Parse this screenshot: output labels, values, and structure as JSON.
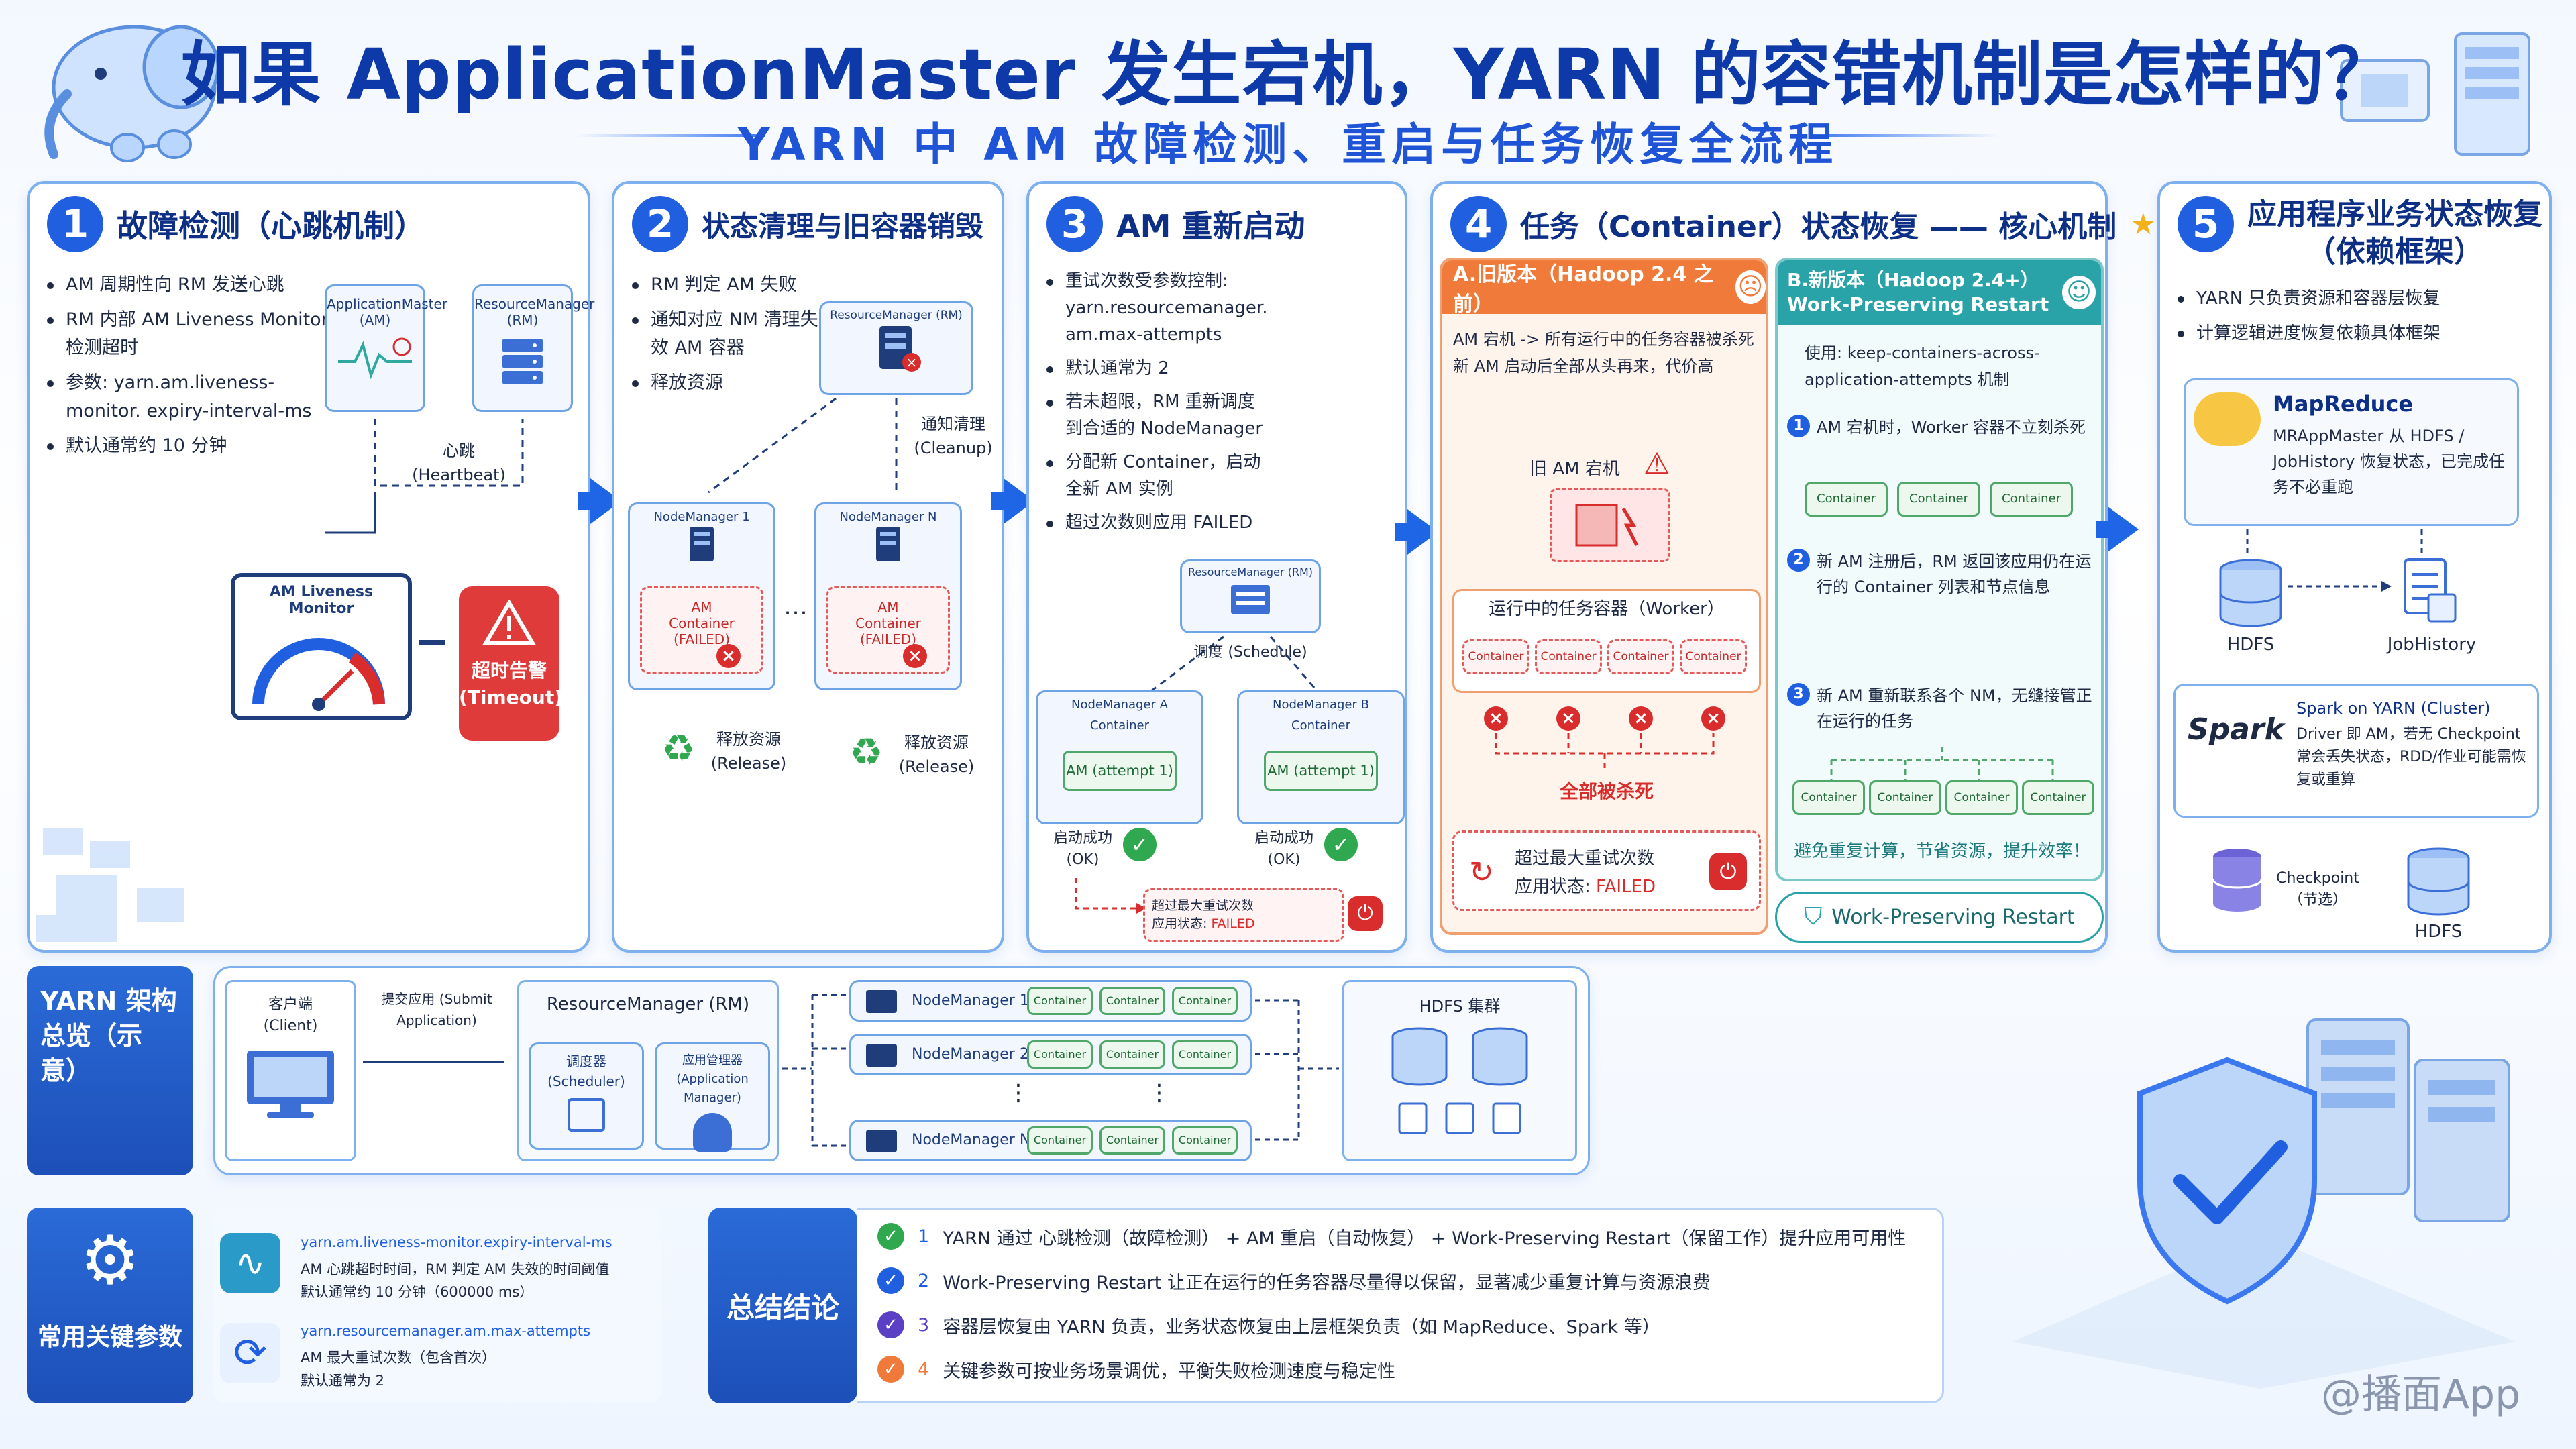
{
  "header": {
    "title": "如果 ApplicationMaster 发生宕机，YARN 的容错机制是怎样的？",
    "subtitle": "YARN 中 AM 故障检测、重启与任务恢复全流程"
  },
  "step1": {
    "num": "1",
    "title": "故障检测（心跳机制）",
    "bullets": [
      "AM 周期性向 RM 发送心跳",
      "RM 内部 AM Liveness Monitor 检测超时",
      "参数: yarn.am.liveness-monitor. expiry-interval-ms",
      "默认通常约 10 分钟"
    ],
    "am_box": "ApplicationMaster (AM)",
    "rm_box": "ResourceManager (RM)",
    "heartbeat": "心跳 (Heartbeat)",
    "monitor": "AM Liveness Monitor",
    "alarm": "超时告警 (Timeout)"
  },
  "step2": {
    "num": "2",
    "title": "状态清理与旧容器销毁",
    "bullets": [
      "RM 判定 AM 失败",
      "通知对应 NM 清理失效 AM 容器",
      "释放资源"
    ],
    "rm_box": "ResourceManager (RM)",
    "notify": "通知清理 (Cleanup)",
    "nm1": "NodeManager 1",
    "nmn": "NodeManager N",
    "failed": "AM Container (FAILED)",
    "release": "释放资源 (Release)",
    "dots": "…"
  },
  "step3": {
    "num": "3",
    "title": "AM 重新启动",
    "bullets": [
      "重试次数受参数控制: yarn.resourcemanager. am.max-attempts",
      "默认通常为 2",
      "若未超限，RM 重新调度到合适的 NodeManager",
      "分配新 Container，启动全新 AM 实例",
      "超过次数则应用 FAILED"
    ],
    "rm_box": "ResourceManager (RM)",
    "schedule": "调度 (Schedule)",
    "nma": "NodeManager A",
    "nmb": "NodeManager B",
    "container": "Container",
    "am": "AM (attempt 1)",
    "ok": "启动成功 (OK)",
    "max": "超过最大重试次数",
    "state_label": "应用状态: ",
    "failed": "FAILED"
  },
  "step4": {
    "num": "4",
    "title": "任务（Container）状态恢复 —— 核心机制",
    "old_title": "A.旧版本（Hadoop 2.4 之前）",
    "old_desc": "AM 宕机 -> 所有运行中的任务容器被杀死 新 AM 启动后全部从头再来，代价高",
    "old_am": "旧 AM 宕机",
    "running": "运行中的任务容器（Worker）",
    "container": "Container",
    "all_killed": "全部被杀死",
    "max": "超过最大重试次数",
    "state_label": "应用状态: ",
    "failed": "FAILED",
    "new_title": "B.新版本（Hadoop 2.4+） Work-Preserving Restart",
    "new_desc": "使用: keep-containers-across- application-attempts 机制",
    "n1": "AM 宕机时，Worker 容器不立刻杀死",
    "n2": "新 AM 注册后，RM 返回该应用仍在运行的 Container 列表和节点信息",
    "n3": "新 AM 重新联系各个 NM，无缝接管正在运行的任务",
    "benefit": "避免重复计算，节省资源，提升效率！",
    "wpr": "Work-Preserving Restart"
  },
  "step5": {
    "num": "5",
    "title": "应用程序业务状态恢复（依赖框架）",
    "bullets": [
      "YARN 只负责资源和容器层恢复",
      "计算逻辑进度恢复依赖具体框架"
    ],
    "mr_title": "MapReduce",
    "mr_desc": "MRAppMaster 从 HDFS / JobHistory 恢复状态，已完成任务不必重跑",
    "hdfs": "HDFS",
    "jobhistory": "JobHistory",
    "spark_logo": "Spark",
    "spark_title": "Spark on YARN (Cluster)",
    "spark_desc": "Driver 即 AM，若无 Checkpoint 常会丢失状态，RDD/作业可能需恢复或重算",
    "checkpoint": "Checkpoint （节选）",
    "hdfs2": "HDFS"
  },
  "arch": {
    "label": "YARN 架构总览（示意）",
    "client": "客户端 (Client)",
    "submit": "提交应用 (Submit Application)",
    "rm": "ResourceManager (RM)",
    "scheduler": "调度器 (Scheduler)",
    "appmgr": "应用管理器 (Application Manager)",
    "nm1": "NodeManager 1",
    "nm2": "NodeManager 2",
    "nmn": "NodeManager N",
    "container": "Container",
    "vdots": "⋮",
    "hdfs": "HDFS 集群"
  },
  "params": {
    "label": "常用关键参数",
    "p1_name": "yarn.am.liveness-monitor.expiry-interval-ms",
    "p1_desc": "AM 心跳超时时间，RM 判定 AM 失效的时间阈值",
    "p1_default": "默认通常约 10 分钟（600000 ms）",
    "p2_name": "yarn.resourcemanager.am.max-attempts",
    "p2_desc": "AM 最大重试次数（包含首次）",
    "p2_default": "默认通常为 2"
  },
  "summary": {
    "label": "总结结论",
    "items": [
      {
        "n": "1",
        "text": "YARN 通过 心跳检测（故障检测） + AM 重启（自动恢复） + Work-Preserving Restart（保留工作）提升应用可用性"
      },
      {
        "n": "2",
        "text": "Work-Preserving Restart 让正在运行的任务容器尽量得以保留，显著减少重复计算与资源浪费"
      },
      {
        "n": "3",
        "text": "容器层恢复由 YARN 负责，业务状态恢复由上层框架负责（如 MapReduce、Spark 等）"
      },
      {
        "n": "4",
        "text": "关键参数可按业务场景调优，平衡失败检测速度与稳定性"
      }
    ]
  },
  "watermark": "@播面App",
  "colors": {
    "primary": "#1f5fe0",
    "danger": "#d92c2c",
    "ok": "#2fa84f",
    "old_header": "#f07a3a",
    "new_header": "#2aa3a8"
  }
}
